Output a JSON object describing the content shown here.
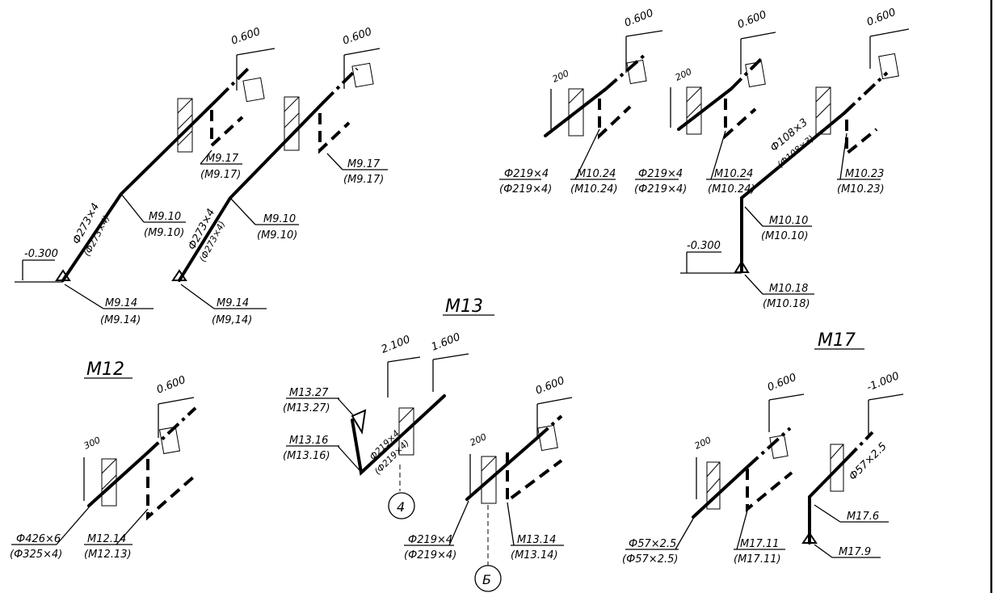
{
  "titles": {
    "m12": "M12",
    "m13": "M13",
    "m17": "M17"
  },
  "elevations": {
    "e1": "0.600",
    "e2": "0.600",
    "e3": "0.600",
    "e4": "0.600",
    "e5": "0.600",
    "e_m300_a": "-0.300",
    "e_m300_b": "-0.300",
    "e_m12": "0.600",
    "e_m13_a": "2.100",
    "e_m13_b": "1.600",
    "e_m13_c": "0.600",
    "e_m17_a": "0.600",
    "e_m17_b": "-1.000"
  },
  "dims": {
    "d1": "200",
    "d2": "200",
    "d3": "300",
    "d4": "200",
    "d5": "200"
  },
  "labels": {
    "p1_main": "M9.17",
    "p1_alt": "(M9.17)",
    "p2_main": "M9.17",
    "p2_alt": "(M9.17)",
    "p3_main": "M9.10",
    "p3_alt": "(M9.10)",
    "p4_main": "M9.10",
    "p4_alt": "(M9.10)",
    "p5_main": "M9.14",
    "p5_alt": "(M9.14)",
    "p6_main": "M9.14",
    "p6_alt": "(M9,14)",
    "pipe1_main": "Ф273×4",
    "pipe1_alt": "(Ф273×4)",
    "pipe2_main": "Ф273×4",
    "pipe2_alt": "(Ф273×4)",
    "q1_main": "Ф219×4",
    "q1_alt": "(Ф219×4)",
    "q2_main": "M10.24",
    "q2_alt": "(M10.24)",
    "q3_main": "Ф219×4",
    "q3_alt": "(Ф219×4)",
    "q4_main": "M10.24",
    "q4_alt": "(M10.24)",
    "q5_main": "Ф108×3",
    "q5_alt": "(Ф108×3)",
    "q6_main": "M10.23",
    "q6_alt": "(M10.23)",
    "q7_main": "M10.10",
    "q7_alt": "(M10.10)",
    "q8_main": "M10.18",
    "q8_alt": "(M10.18)",
    "r1_main": "Ф426×6",
    "r1_alt": "(Ф325×4)",
    "r2_main": "M12.14",
    "r2_alt": "(M12.13)",
    "s1_main": "M13.27",
    "s1_alt": "(M13.27)",
    "s2_main": "M13.16",
    "s2_alt": "(M13.16)",
    "s3_main": "Ф219×4",
    "s3_alt": "(Ф219×4)",
    "s4_main": "Ф219×4",
    "s4_alt": "(Ф219×4)",
    "s5_main": "M13.14",
    "s5_alt": "(M13.14)",
    "circle_4": "4",
    "circle_b": "Б",
    "t1_main": "Ф57×2.5",
    "t1_alt": "(Ф57×2.5)",
    "t2_main": "M17.11",
    "t2_alt": "(M17.11)",
    "t3": "Ф57×2.5",
    "t4": "M17.6",
    "t5": "M17.9"
  }
}
